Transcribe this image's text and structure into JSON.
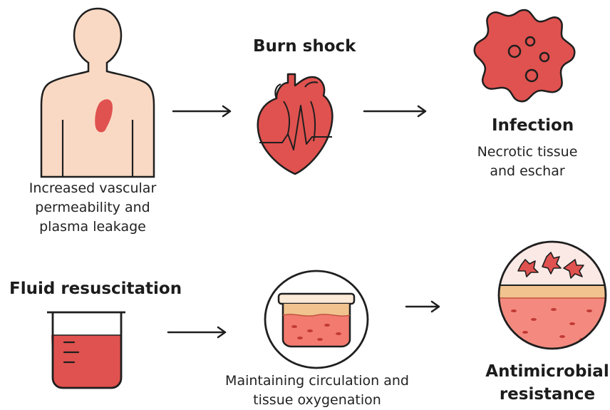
{
  "row1": {
    "body_caption": [
      "Increased vascular",
      "permeability and",
      "plasma leakage"
    ],
    "burn_shock_title": "Burn shock",
    "infection_title": "Infection",
    "infection_caption": [
      "Necrotic tissue",
      "and eschar"
    ]
  },
  "row2": {
    "fluid_title": "Fluid resuscitation",
    "circulation_caption": [
      "Maintaining circulation and",
      "tissue oxygenation"
    ],
    "antimicrobial_title": [
      "Antimicrobial",
      "resistance"
    ]
  },
  "icons": {
    "body": "human-torso-icon",
    "heart": "heart-icon",
    "infection": "bacterium-icon",
    "beaker": "beaker-icon",
    "tissue_dish": "tissue-dish-icon",
    "skin_section": "skin-cross-section-icon",
    "arrow": "right-arrow-icon"
  },
  "colors": {
    "accent_red": "#e0524f",
    "skin": "#f9d9c4",
    "outline": "#1f1f1f",
    "fat_layer": "#f1c38f"
  }
}
